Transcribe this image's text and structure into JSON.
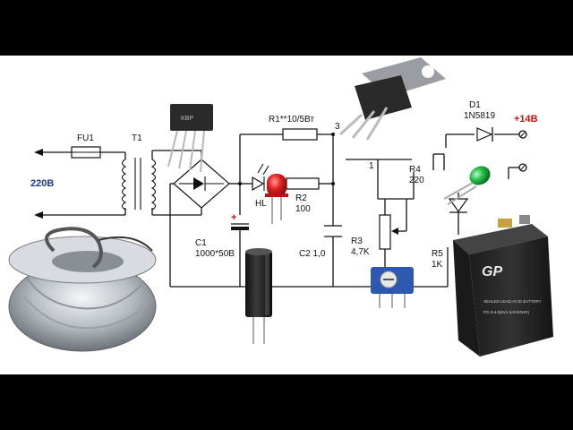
{
  "colors": {
    "background": "#000000",
    "canvas": "#ffffff",
    "wire": "#111111",
    "accent_voltage": "#cc1111",
    "input_voltage": "#1a3a8a",
    "led_red": "#e02020",
    "led_green": "#22bb44",
    "trimmer_blue": "#2d58b0",
    "battery": "#2a2a2a"
  },
  "labels": {
    "fu1": "FU1",
    "t1": "T1",
    "input_voltage": "220B",
    "r1": "R1**10/5Вт",
    "node3": "3",
    "node1": "1",
    "hl": "HL",
    "r2_name": "R2",
    "r2_value": "100",
    "c1_name": "C1",
    "c1_value": "1000*50B",
    "c1_polarity": "+",
    "c2": "C2 1,0",
    "r3_name": "R3",
    "r3_value": "4,7K",
    "r4_name": "R4",
    "r4_value": "220",
    "r5_name": "R5",
    "r5_value": "1K",
    "d1_name": "D1",
    "d1_value": "1N5819",
    "output_voltage": "+14B"
  },
  "battery": {
    "brand": "GP",
    "line1": "SEALED LEAD-ACID BATTERY",
    "line2": "PG 6-4.5(6V4.5Ah/20HR)"
  },
  "bridge_marking": "KBP",
  "icons": [
    "toroidal-transformer-icon",
    "bridge-rectifier-icon",
    "voltage-regulator-icon",
    "red-led-icon",
    "green-led-icon",
    "electrolytic-capacitor-icon",
    "trimmer-resistor-icon",
    "battery-icon"
  ]
}
